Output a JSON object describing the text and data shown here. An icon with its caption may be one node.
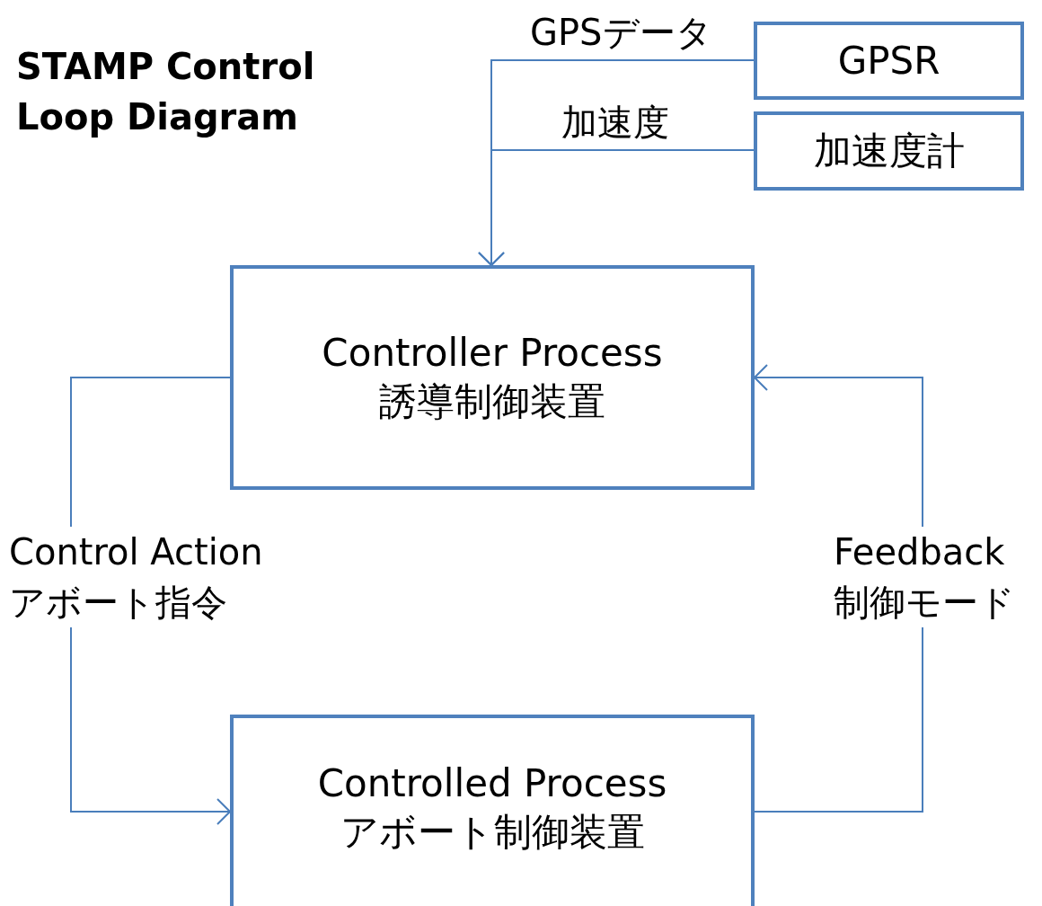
{
  "diagram": {
    "title": "STAMP Control Loop Diagram",
    "nodes": [
      {
        "text": [
          "GPSR"
        ]
      },
      {
        "text": [
          "加速度計"
        ]
      },
      {
        "text": [
          "Controller Process",
          "誘導制御装置"
        ]
      },
      {
        "text": [
          "Controlled Process",
          "アボート制御装置"
        ]
      }
    ],
    "edges": [
      {
        "from": 0,
        "to": 2,
        "arrow": "to",
        "label": "GPSデータ"
      },
      {
        "from": 1,
        "to": 2,
        "arrow": "to",
        "label": "加速度"
      },
      {
        "from": 2,
        "to": 3,
        "arrow": "to",
        "label": "Control Action アボート指令"
      },
      {
        "from": 3,
        "to": 2,
        "arrow": "to",
        "label": "Feedback 制御モード"
      }
    ]
  }
}
